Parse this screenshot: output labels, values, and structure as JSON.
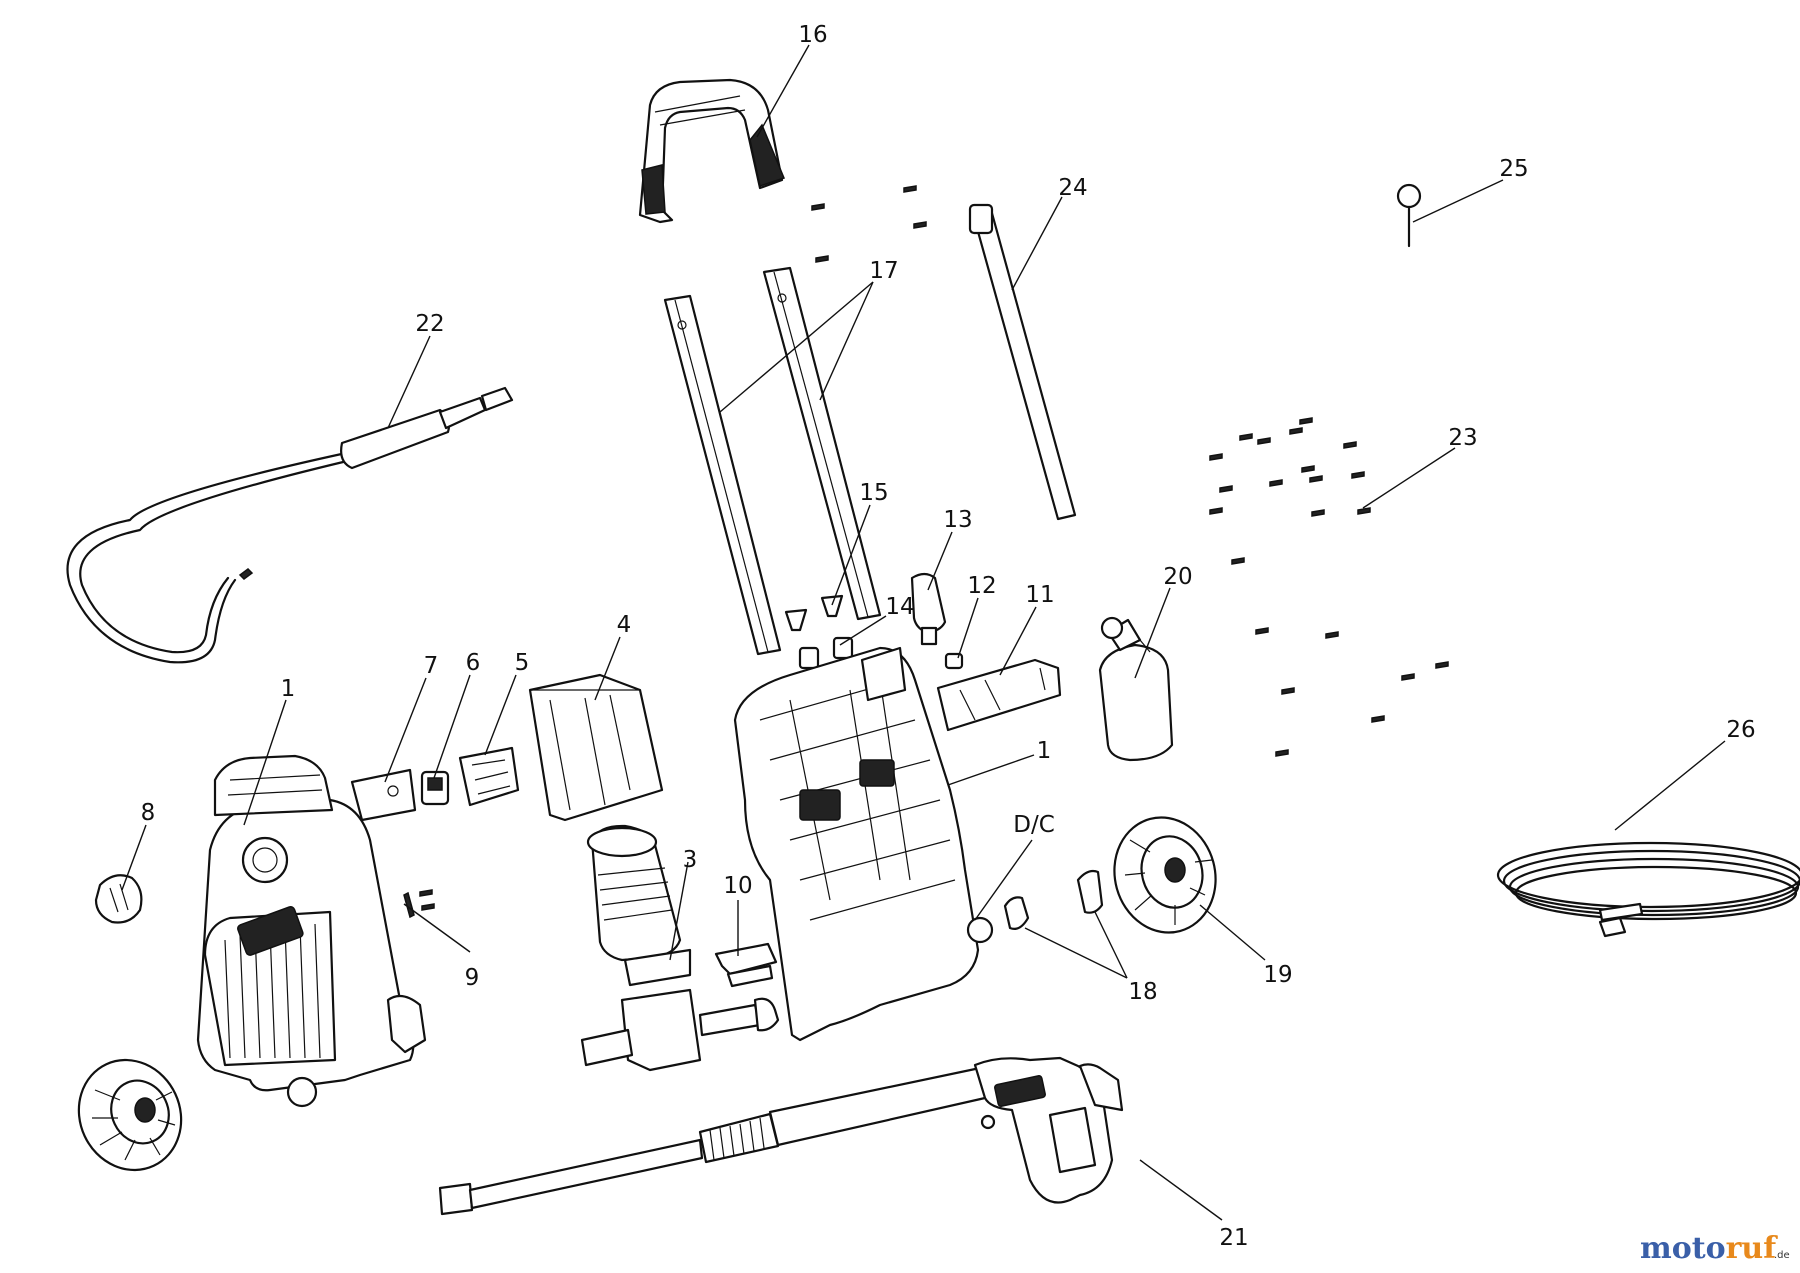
{
  "callouts": [
    {
      "id": "c16",
      "label": "16"
    },
    {
      "id": "c17",
      "label": "17"
    },
    {
      "id": "c24",
      "label": "24"
    },
    {
      "id": "c25",
      "label": "25"
    },
    {
      "id": "c22",
      "label": "22"
    },
    {
      "id": "c23",
      "label": "23"
    },
    {
      "id": "c15",
      "label": "15"
    },
    {
      "id": "c13",
      "label": "13"
    },
    {
      "id": "c12",
      "label": "12"
    },
    {
      "id": "c14",
      "label": "14"
    },
    {
      "id": "c11",
      "label": "11"
    },
    {
      "id": "c20",
      "label": "20"
    },
    {
      "id": "c4",
      "label": "4"
    },
    {
      "id": "c7",
      "label": "7"
    },
    {
      "id": "c6",
      "label": "6"
    },
    {
      "id": "c5",
      "label": "5"
    },
    {
      "id": "c1a",
      "label": "1"
    },
    {
      "id": "c1b",
      "label": "1"
    },
    {
      "id": "c8",
      "label": "8"
    },
    {
      "id": "c26",
      "label": "26"
    },
    {
      "id": "cdc",
      "label": "D/C"
    },
    {
      "id": "c3",
      "label": "3"
    },
    {
      "id": "c10",
      "label": "10"
    },
    {
      "id": "c9",
      "label": "9"
    },
    {
      "id": "c18",
      "label": "18"
    },
    {
      "id": "c19",
      "label": "19"
    },
    {
      "id": "c21",
      "label": "21"
    }
  ],
  "watermark": {
    "part1": "moto",
    "part2": "ruf",
    "suffix": ".de"
  },
  "colors": {
    "line": "#111111",
    "background": "#ffffff",
    "wm_blue": "#3a5fa8",
    "wm_orange": "#e8891c"
  }
}
